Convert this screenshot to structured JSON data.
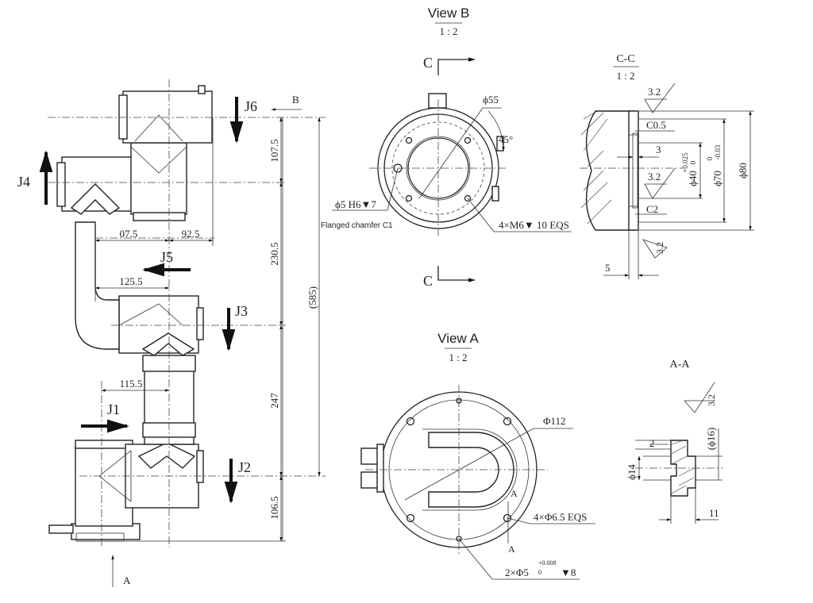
{
  "side_view": {
    "joints": {
      "j1": "J1",
      "j2": "J2",
      "j3": "J3",
      "j4": "J4",
      "j5": "J5",
      "j6": "J6"
    },
    "dims": {
      "d107": "107.5",
      "d230": "230.5",
      "d247": "247",
      "d106": "106.5",
      "d585": "(585)",
      "d07": "07.5",
      "d92": "92.5",
      "d125": "125.5",
      "d115": "115.5"
    },
    "view_a_marker": "A",
    "view_b_marker": "B"
  },
  "view_b": {
    "title": "View B",
    "scale": "1 : 2",
    "section_mark": "C",
    "phi55": "ϕ55",
    "angle45": "45°",
    "pin_hole": "ϕ5 H6▼7",
    "chamfer_note": "Flanged chamfer C1",
    "thread_note": "4×M6▼ 10 EQS"
  },
  "section_cc": {
    "title": "C-C",
    "scale": "1 : 2",
    "rough1": "3.2",
    "rough2": "3.2",
    "rough3": "3.2",
    "c05": "C0.5",
    "c2": "C2",
    "d3": "3",
    "phi40": "ϕ40",
    "phi40_tol_up": "+0.025",
    "phi40_tol_low": "0",
    "phi70": "ϕ70",
    "phi70_tol_up": "0",
    "phi70_tol_low": "-0.03",
    "phi80": "ϕ80",
    "d5": "5"
  },
  "view_a": {
    "title": "View A",
    "scale": "1 : 2",
    "phi112": "Φ112",
    "holes_note": "4×Φ6.5 EQS",
    "pins_note_main": "2×Φ5",
    "pins_tol_up": "+0.008",
    "pins_tol_low": "0",
    "pins_depth": "▼8",
    "section_mark": "A"
  },
  "section_aa": {
    "title": "A-A",
    "rough": "3.2",
    "d2": "2",
    "phi16": "(ϕ16)",
    "phi14": "ϕ14",
    "d11": "11"
  }
}
